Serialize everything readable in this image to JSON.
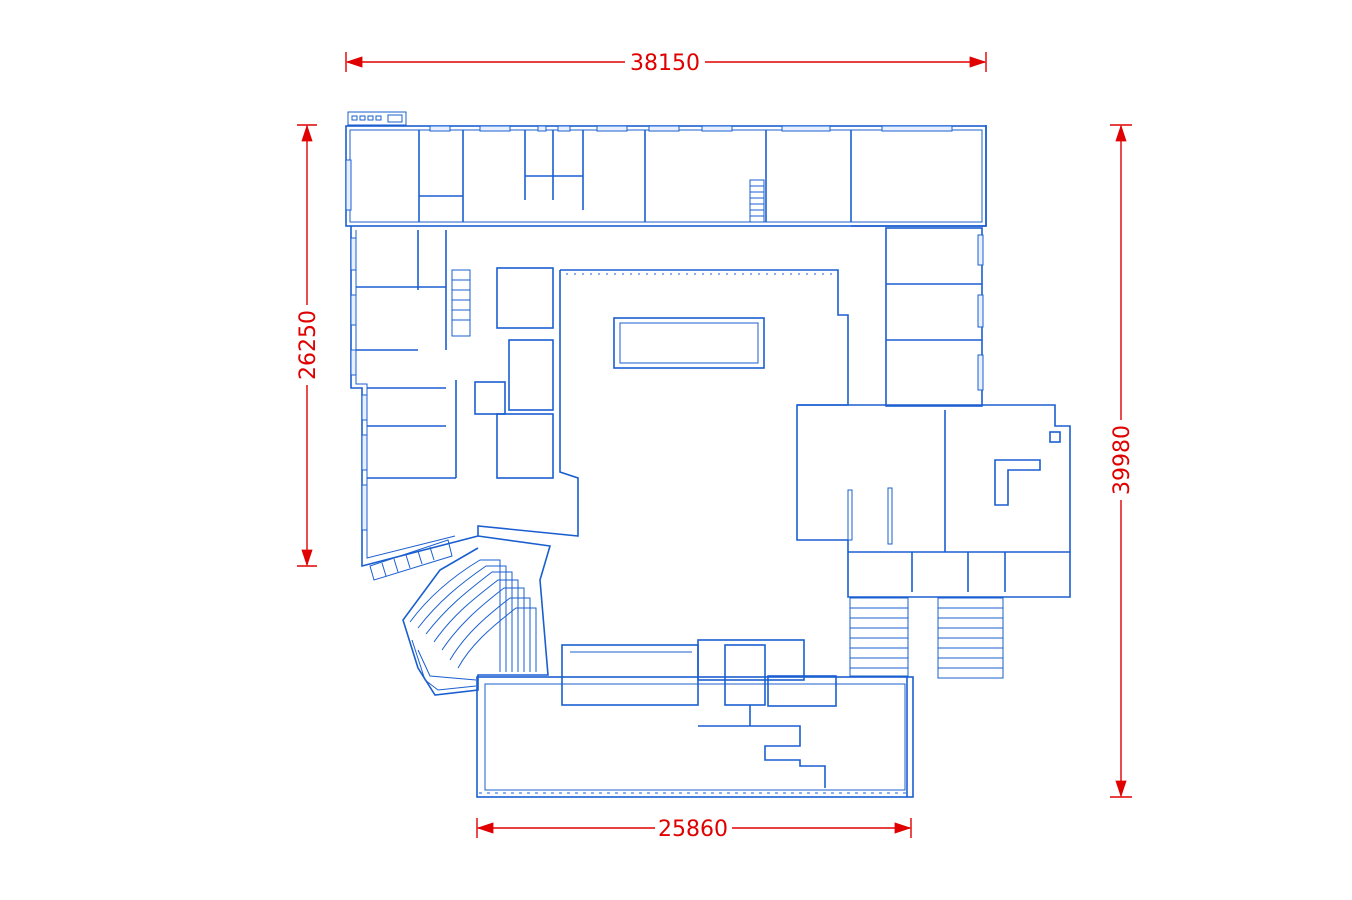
{
  "dimensions": {
    "top_width": "38150",
    "bottom_width": "25860",
    "left_height": "26250",
    "right_height": "39980"
  },
  "colors": {
    "dimension": "#e00000",
    "plan": "#1a5fd0",
    "background": "#ffffff"
  }
}
